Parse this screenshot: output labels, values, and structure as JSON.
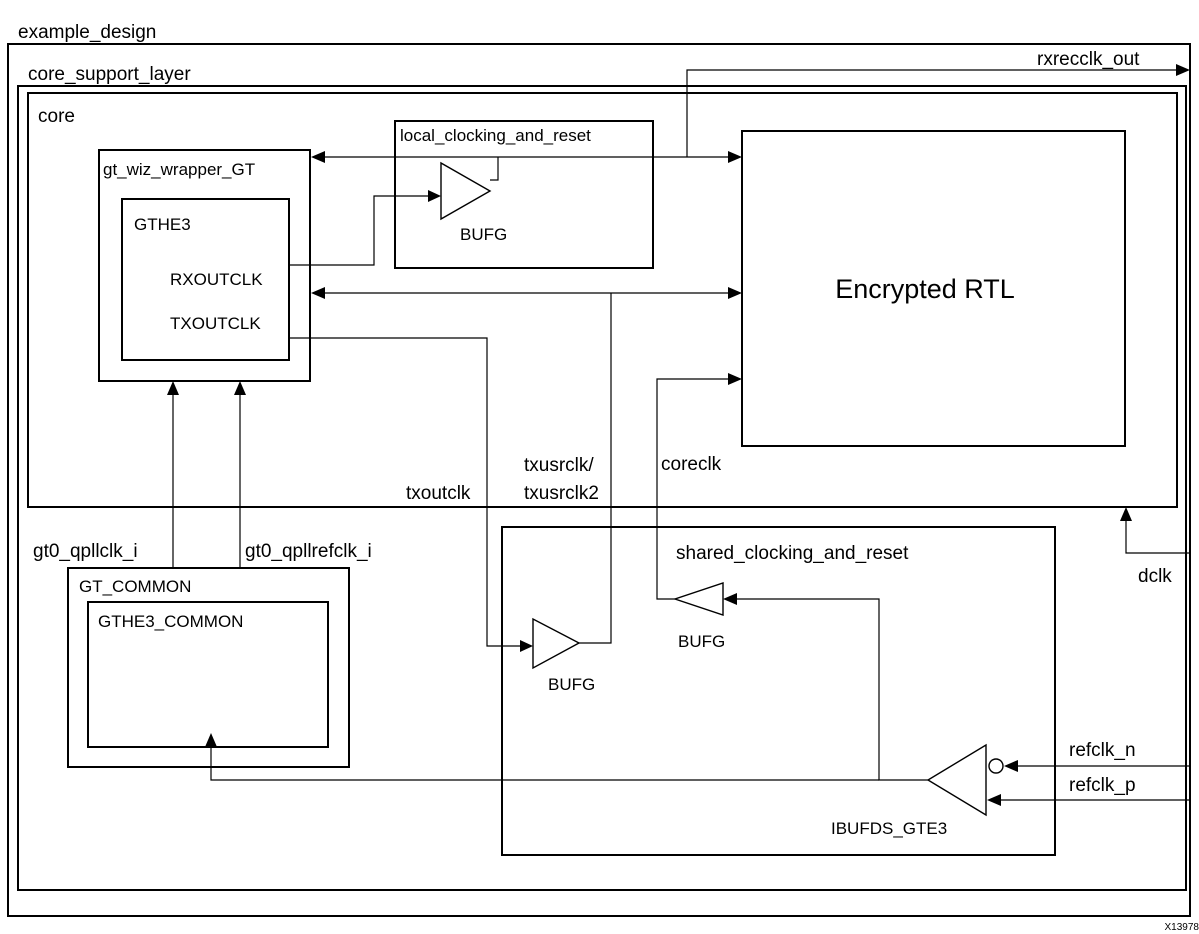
{
  "blocks": {
    "example_design": "example_design",
    "core_support_layer": "core_support_layer",
    "core": "core",
    "gt_wiz_wrapper": "gt_wiz_wrapper_GT",
    "gthe3": "GTHE3",
    "rxoutclk": "RXOUTCLK",
    "txoutclk_port": "TXOUTCLK",
    "local_clocking": "local_clocking_and_reset",
    "encrypted_rtl": "Encrypted RTL",
    "gt_common": "GT_COMMON",
    "gthe3_common": "GTHE3_COMMON",
    "shared_clocking": "shared_clocking_and_reset"
  },
  "buffers": {
    "bufg_local": "BUFG",
    "bufg_core": "BUFG",
    "bufg_tx": "BUFG",
    "ibufds": "IBUFDS_GTE3"
  },
  "signals": {
    "rxrecclk_out": "rxrecclk_out",
    "txoutclk": "txoutclk",
    "txusrclk_line1": "txusrclk/",
    "txusrclk_line2": "txusrclk2",
    "coreclk": "coreclk",
    "dclk": "dclk",
    "gt0_qpllclk_i": "gt0_qpllclk_i",
    "gt0_qpllrefclk_i": "gt0_qpllrefclk_i",
    "refclk_n": "refclk_n",
    "refclk_p": "refclk_p"
  },
  "figure_id": "X13978"
}
